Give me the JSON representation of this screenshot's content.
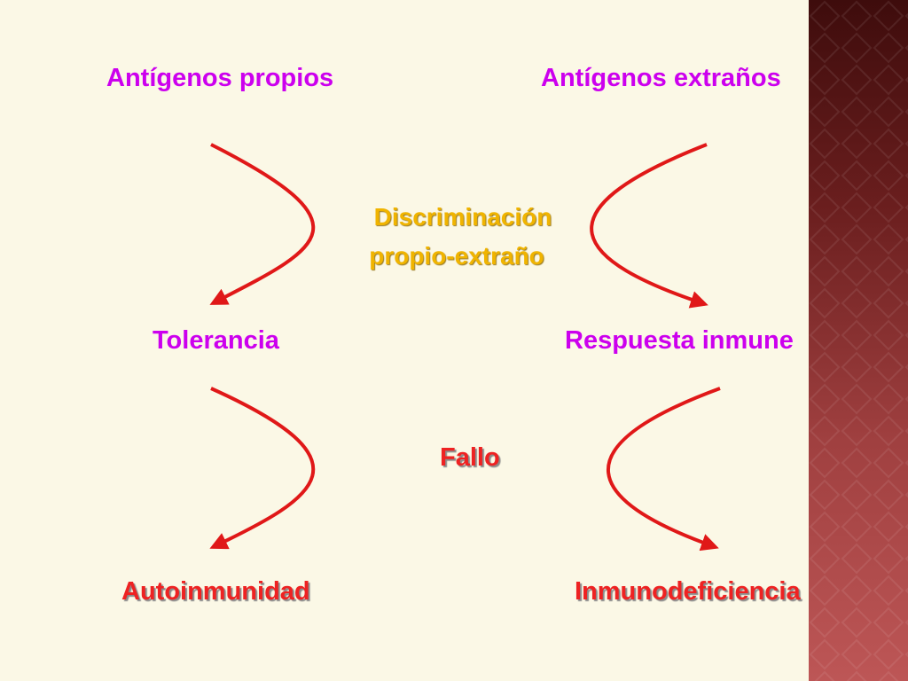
{
  "nodes": {
    "self_antigens": "Antígenos propios",
    "foreign_antigens": "Antígenos extraños",
    "discrimination_line1": "Discriminación",
    "discrimination_line2": "propio-extraño",
    "tolerance": "Tolerancia",
    "immune_response": "Respuesta inmune",
    "failure": "Fallo",
    "autoimmunity": "Autoinmunidad",
    "immunodeficiency": "Inmunodeficiencia"
  },
  "colors": {
    "background": "#fbf8e6",
    "node_text": "#cc00ee",
    "center_text": "#f0b400",
    "outcome_text": "#ee2222",
    "arrow": "#e01818",
    "side_band": "#8a2a2a"
  }
}
